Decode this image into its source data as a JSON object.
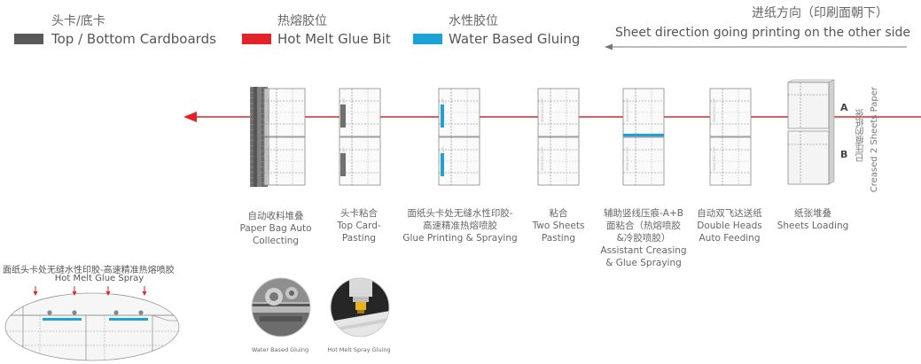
{
  "legend": {
    "top_bottom": {
      "cn": "头卡/底卡",
      "en": "Top / Bottom Cardboards",
      "color": "#595959"
    },
    "hot_melt": {
      "cn": "热熔胶位",
      "en": "Hot Melt Glue Bit",
      "color": "#e32229"
    },
    "water": {
      "cn": "水性胶位",
      "en": "Water Based Gluing",
      "color": "#1ba3d8"
    }
  },
  "direction": {
    "cn": "进纸方向（印刷面朝下）",
    "en": "Sheet direction going printing on the other side"
  },
  "stations": [
    {
      "lines": [
        "自动收料堆叠",
        "Paper Bag Auto",
        "Collecting"
      ]
    },
    {
      "lines": [
        "头卡粘合",
        "Top Card-",
        "Pasting"
      ]
    },
    {
      "lines": [
        "面纸头卡处无缝水性印胶-",
        "高速精准热熔喷胶",
        "Glue Printing & Spraying"
      ]
    },
    {
      "lines": [
        "粘合",
        "Two Sheets",
        "Pasting"
      ]
    },
    {
      "lines": [
        "辅助竖线压痕-A+B",
        "面粘合（热熔喷胶",
        "&冷胶喷胶）",
        "Assistant Creasing",
        "& Glue Spraying"
      ]
    },
    {
      "lines": [
        "自动双飞达送纸",
        "Double Heads",
        "Auto Feeding"
      ]
    },
    {
      "lines": [
        "纸张堆叠",
        "Sheets Loading"
      ]
    }
  ],
  "sheet_labels": {
    "a": "A",
    "b": "B"
  },
  "side_label": {
    "cn": "已压痕的纸张",
    "en": "Creased 2 Sheets Paper"
  },
  "detail": {
    "cn": "面纸头卡处无缝水性印胶-高速精准热熔喷胶",
    "en": "Hot Melt Glue Spray"
  },
  "photos": [
    {
      "caption": "Water Based Gluing"
    },
    {
      "caption": "Hot Melt Spray Gluing"
    }
  ]
}
